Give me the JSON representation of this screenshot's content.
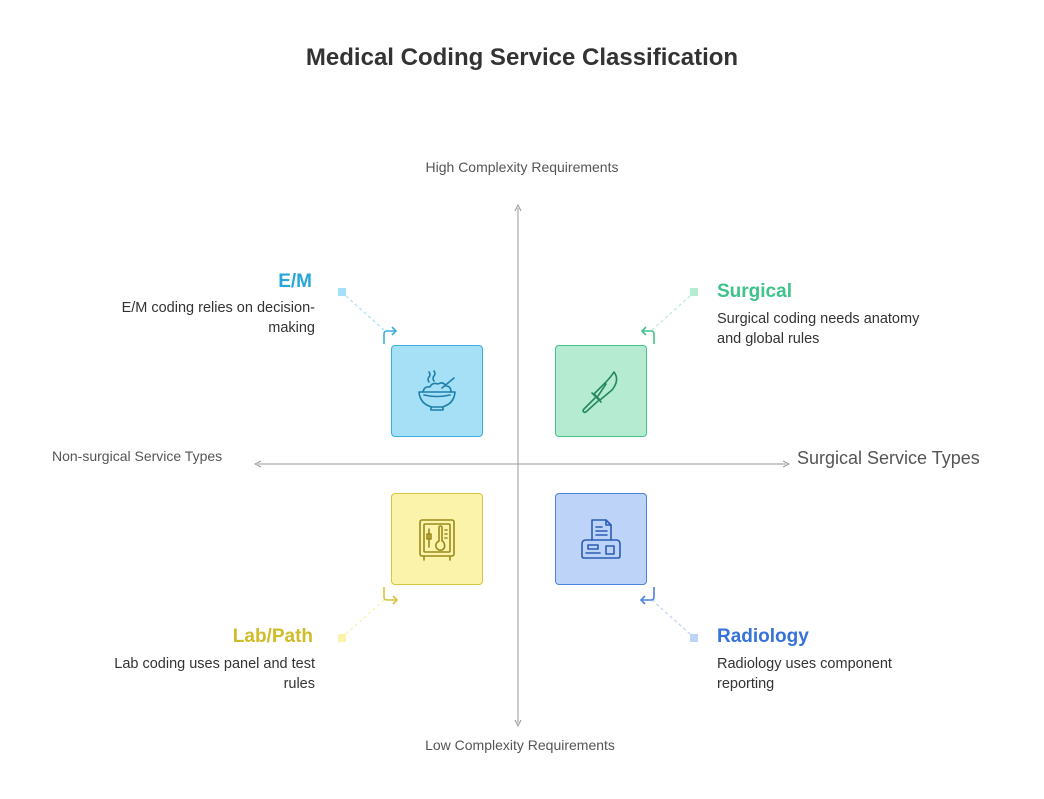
{
  "title": "Medical Coding Service Classification",
  "axes": {
    "top": "High Complexity Requirements",
    "bottom": "Low Complexity Requirements",
    "left": "Non-surgical Service Types",
    "right": "Surgical Service Types"
  },
  "quadrants": [
    {
      "id": "em",
      "title": "E/M",
      "description": "E/M coding relies on decision-making",
      "icon": "rice-bowl-icon",
      "color": "#29a6d9"
    },
    {
      "id": "surgical",
      "title": "Surgical",
      "description": "Surgical coding needs anatomy and global rules",
      "icon": "scalpel-icon",
      "color": "#3ec38a"
    },
    {
      "id": "lab",
      "title": "Lab/Path",
      "description": "Lab coding uses panel and test rules",
      "icon": "lab-incubator-icon",
      "color": "#cfbc28"
    },
    {
      "id": "radiology",
      "title": "Radiology",
      "description": "Radiology uses component reporting",
      "icon": "document-scanner-icon",
      "color": "#3572d9"
    }
  ]
}
